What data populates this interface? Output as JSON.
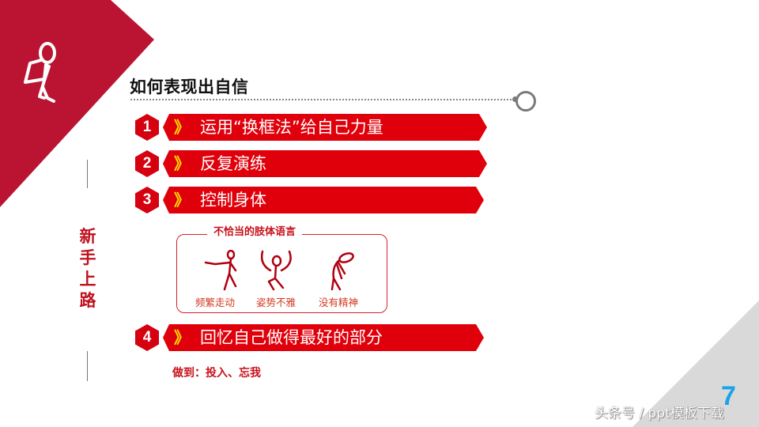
{
  "slide": {
    "title": "如何表现出自信",
    "side_label": [
      "新",
      "手",
      "上",
      "路"
    ],
    "colors": {
      "corner_triangle": "#bb1433",
      "bar_red": "#e0000b",
      "hex_red": "#d50010",
      "chevron_yellow": "#ffe000",
      "accent_text_red": "#c0101e",
      "page_number_blue": "#1aa3e8",
      "corner_gray": "#d9d9d9"
    },
    "items": [
      {
        "number": "1",
        "chevron": "》",
        "text": "运用“换框法”给自己力量"
      },
      {
        "number": "2",
        "chevron": "》",
        "text": "反复演练"
      },
      {
        "number": "3",
        "chevron": "》",
        "text": "控制身体"
      },
      {
        "number": "4",
        "chevron": "》",
        "text": "回忆自己做得最好的部分"
      }
    ],
    "body_language_box": {
      "title": "不恰当的肢体语言",
      "figures": [
        {
          "icon": "stick-figure-pointing-icon",
          "caption": "频繁走动"
        },
        {
          "icon": "stick-figure-arms-up-icon",
          "caption": "姿势不雅"
        },
        {
          "icon": "stick-figure-slouching-icon",
          "caption": "没有精神"
        }
      ]
    },
    "note": "做到：投入、忘我",
    "page_number": "7",
    "watermark": "头条号 / ppt模板下载"
  }
}
